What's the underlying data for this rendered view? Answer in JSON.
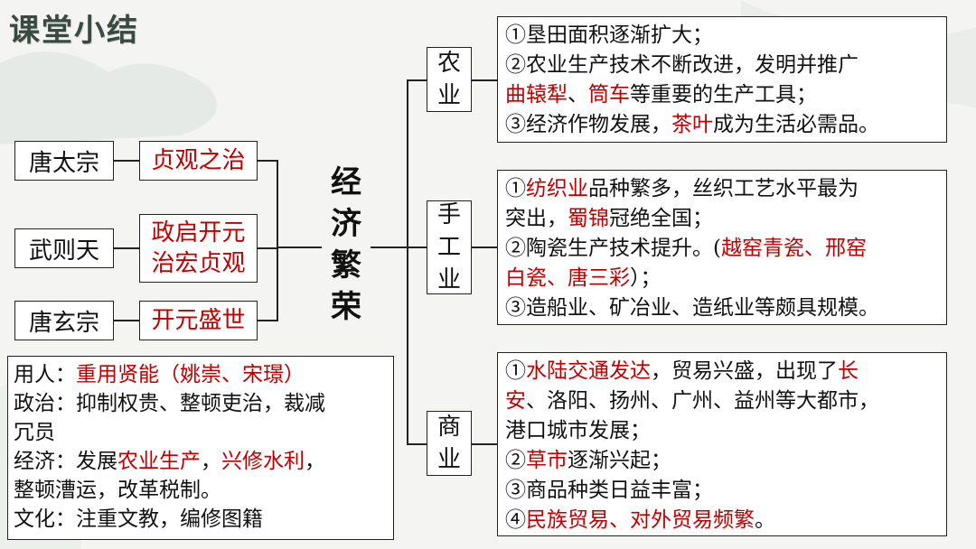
{
  "title": "课堂小结",
  "emperors": [
    {
      "name": "唐太宗",
      "policy": [
        "贞观之治"
      ]
    },
    {
      "name": "武则天",
      "policy": [
        "政启开元",
        "治宏贞观"
      ]
    },
    {
      "name": "唐玄宗",
      "policy": [
        "开元盛世"
      ]
    }
  ],
  "main_topic": [
    "经",
    "济",
    "繁",
    "荣"
  ],
  "sectors": {
    "agriculture": {
      "label": [
        "农",
        "业"
      ],
      "lines": [
        [
          {
            "t": "①垦田面积逐渐扩大；",
            "r": false
          }
        ],
        [
          {
            "t": "②农业生产技术不断改进，发明并推广",
            "r": false
          }
        ],
        [
          {
            "t": "曲辕犁",
            "r": true
          },
          {
            "t": "、",
            "r": false
          },
          {
            "t": "筒车",
            "r": true
          },
          {
            "t": "等重要的生产工具；",
            "r": false
          }
        ],
        [
          {
            "t": "③经济作物发展，",
            "r": false
          },
          {
            "t": "茶叶",
            "r": true
          },
          {
            "t": "成为生活必需品。",
            "r": false
          }
        ]
      ]
    },
    "handicraft": {
      "label": [
        "手",
        "工",
        "业"
      ],
      "lines": [
        [
          {
            "t": "①",
            "r": false
          },
          {
            "t": "纺织业",
            "r": true
          },
          {
            "t": "品种繁多，丝织工艺水平最为",
            "r": false
          }
        ],
        [
          {
            "t": "突出，",
            "r": false
          },
          {
            "t": "蜀锦",
            "r": true
          },
          {
            "t": "冠绝全国；",
            "r": false
          }
        ],
        [
          {
            "t": "②陶瓷生产技术提升。(",
            "r": false
          },
          {
            "t": "越窑青瓷、邢窑",
            "r": true
          }
        ],
        [
          {
            "t": "白瓷、唐三彩",
            "r": true
          },
          {
            "t": "）；",
            "r": false
          }
        ],
        [
          {
            "t": "③造船业、矿冶业、造纸业等颇具规模。",
            "r": false
          }
        ]
      ]
    },
    "commerce": {
      "label": [
        "商",
        "业"
      ],
      "lines": [
        [
          {
            "t": "①",
            "r": false
          },
          {
            "t": "水陆交通发达",
            "r": true
          },
          {
            "t": "，贸易兴盛，出现了",
            "r": false
          },
          {
            "t": "长",
            "r": true
          }
        ],
        [
          {
            "t": "安",
            "r": true
          },
          {
            "t": "、洛阳、扬州、广州、益州等大都市，",
            "r": false
          }
        ],
        [
          {
            "t": "港口城市发展；",
            "r": false
          }
        ],
        [
          {
            "t": "②",
            "r": false
          },
          {
            "t": "草市",
            "r": true
          },
          {
            "t": "逐渐兴起；",
            "r": false
          }
        ],
        [
          {
            "t": "③商品种类日益丰富；",
            "r": false
          }
        ],
        [
          {
            "t": "④",
            "r": false
          },
          {
            "t": "民族贸易、对外贸易频繁",
            "r": true
          },
          {
            "t": "。",
            "r": false
          }
        ]
      ]
    }
  },
  "summary": [
    [
      {
        "t": "用人：",
        "r": false
      },
      {
        "t": "重用贤能（姚崇、宋璟）",
        "r": true
      }
    ],
    [
      {
        "t": "政治：抑制权贵、整顿吏治，裁减",
        "r": false
      }
    ],
    [
      {
        "t": "冗员",
        "r": false
      }
    ],
    [
      {
        "t": "经济：发展",
        "r": false
      },
      {
        "t": "农业生产",
        "r": true
      },
      {
        "t": "，",
        "r": false
      },
      {
        "t": "兴修水利",
        "r": true
      },
      {
        "t": "，",
        "r": false
      }
    ],
    [
      {
        "t": "整顿漕运，改革税制。",
        "r": false
      }
    ],
    [
      {
        "t": "文化：注重文教，编修图籍",
        "r": false
      }
    ]
  ]
}
